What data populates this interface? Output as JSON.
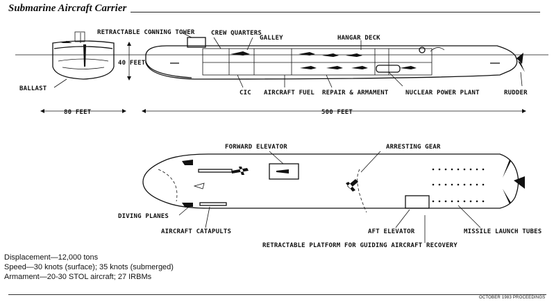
{
  "title": "Submarine Aircraft Carrier",
  "labels": {
    "conning_tower": "RETRACTABLE CONNING TOWER",
    "crew_quarters": "CREW QUARTERS",
    "galley": "GALLEY",
    "hangar_deck": "HANGAR DECK",
    "height": "40 FEET",
    "ballast": "BALLAST",
    "cic": "CIC",
    "aircraft_fuel": "AIRCRAFT FUEL",
    "repair_armament": "REPAIR & ARMAMENT",
    "nuclear_power_plant": "NUCLEAR POWER PLANT",
    "rudder": "RUDDER",
    "beam": "80 FEET",
    "length": "500 FEET",
    "forward_elevator": "FORWARD ELEVATOR",
    "arresting_gear": "ARRESTING GEAR",
    "diving_planes": "DIVING PLANES",
    "aircraft_catapults": "AIRCRAFT CATAPULTS",
    "aft_elevator": "AFT ELEVATOR",
    "missile_launch_tubes": "MISSILE LAUNCH TUBES",
    "retractable_platform": "RETRACTABLE PLATFORM FOR GUIDING AIRCRAFT RECOVERY"
  },
  "specs": {
    "displacement": "Displacement—12,000 tons",
    "speed": "Speed—30 knots (surface); 35 knots (submerged)",
    "armament": "Armament—20-30 STOL aircraft; 27 IRBMs"
  },
  "credit": "OCTOBER 1983 PROCEEDINGS"
}
